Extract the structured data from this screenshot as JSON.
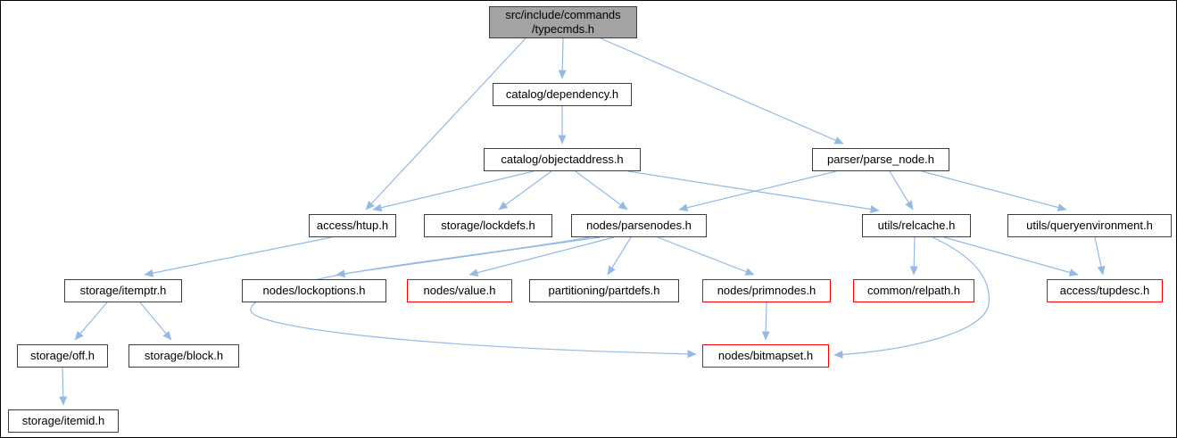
{
  "diagram": {
    "colors": {
      "background": "#ffffff",
      "frame": "#000000",
      "edge": "#94b9e4",
      "node_fill": "#ffffff",
      "node_border": "#3d3d3d",
      "root_fill": "#a3a3a3",
      "truncated_border": "#ff0000",
      "text": "#000000"
    },
    "nodes": [
      {
        "id": "typecmds",
        "label": "src/include/commands\n/typecmds.h",
        "style": "root"
      },
      {
        "id": "dependency",
        "label": "catalog/dependency.h",
        "style": "normal"
      },
      {
        "id": "objectaddress",
        "label": "catalog/objectaddress.h",
        "style": "normal"
      },
      {
        "id": "parse_node",
        "label": "parser/parse_node.h",
        "style": "normal"
      },
      {
        "id": "htup",
        "label": "access/htup.h",
        "style": "normal"
      },
      {
        "id": "lockdefs",
        "label": "storage/lockdefs.h",
        "style": "normal"
      },
      {
        "id": "parsenodes",
        "label": "nodes/parsenodes.h",
        "style": "normal"
      },
      {
        "id": "relcache",
        "label": "utils/relcache.h",
        "style": "normal"
      },
      {
        "id": "queryenvironment",
        "label": "utils/queryenvironment.h",
        "style": "normal"
      },
      {
        "id": "itemptr",
        "label": "storage/itemptr.h",
        "style": "normal"
      },
      {
        "id": "lockoptions",
        "label": "nodes/lockoptions.h",
        "style": "normal"
      },
      {
        "id": "value",
        "label": "nodes/value.h",
        "style": "truncated"
      },
      {
        "id": "partdefs",
        "label": "partitioning/partdefs.h",
        "style": "normal"
      },
      {
        "id": "primnodes",
        "label": "nodes/primnodes.h",
        "style": "truncated"
      },
      {
        "id": "relpath",
        "label": "common/relpath.h",
        "style": "truncated"
      },
      {
        "id": "tupdesc",
        "label": "access/tupdesc.h",
        "style": "truncated"
      },
      {
        "id": "off",
        "label": "storage/off.h",
        "style": "normal"
      },
      {
        "id": "block",
        "label": "storage/block.h",
        "style": "normal"
      },
      {
        "id": "bitmapset",
        "label": "nodes/bitmapset.h",
        "style": "truncated"
      },
      {
        "id": "itemid",
        "label": "storage/itemid.h",
        "style": "normal"
      }
    ],
    "edges": [
      {
        "from": "typecmds",
        "to": "dependency"
      },
      {
        "from": "typecmds",
        "to": "htup"
      },
      {
        "from": "typecmds",
        "to": "parse_node"
      },
      {
        "from": "dependency",
        "to": "objectaddress"
      },
      {
        "from": "objectaddress",
        "to": "htup"
      },
      {
        "from": "objectaddress",
        "to": "lockdefs"
      },
      {
        "from": "objectaddress",
        "to": "parsenodes"
      },
      {
        "from": "objectaddress",
        "to": "relcache"
      },
      {
        "from": "parse_node",
        "to": "parsenodes"
      },
      {
        "from": "parse_node",
        "to": "relcache"
      },
      {
        "from": "parse_node",
        "to": "queryenvironment"
      },
      {
        "from": "htup",
        "to": "itemptr"
      },
      {
        "from": "itemptr",
        "to": "off"
      },
      {
        "from": "itemptr",
        "to": "block"
      },
      {
        "from": "off",
        "to": "itemid"
      },
      {
        "from": "parsenodes",
        "to": "lockoptions"
      },
      {
        "from": "parsenodes",
        "to": "value"
      },
      {
        "from": "parsenodes",
        "to": "partdefs"
      },
      {
        "from": "parsenodes",
        "to": "primnodes"
      },
      {
        "from": "parsenodes",
        "to": "bitmapset"
      },
      {
        "from": "primnodes",
        "to": "bitmapset"
      },
      {
        "from": "relcache",
        "to": "relpath"
      },
      {
        "from": "relcache",
        "to": "tupdesc"
      },
      {
        "from": "relcache",
        "to": "bitmapset"
      },
      {
        "from": "queryenvironment",
        "to": "tupdesc"
      }
    ]
  }
}
